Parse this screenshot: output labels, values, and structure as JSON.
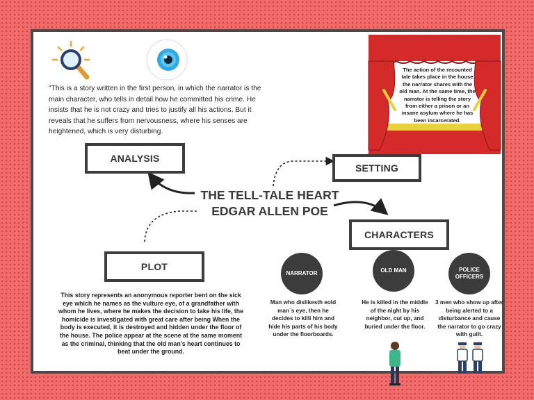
{
  "title": {
    "line1": "THE TELL-TALE HEART",
    "line2": "EDGAR ALLEN POE"
  },
  "intro_text": "\"This is a story written in the first person, in which the narrator is the main character, who tells in detail how he committed his crime. He insists that he is not crazy and tries to justify all his actions. But it reveals that he suffers from nervousness, where his senses are heightened, which is very disturbing.",
  "boxes": {
    "analysis": "ANALYSIS",
    "setting": "SETTING",
    "characters": "CHARACTERS",
    "plot": "PLOT"
  },
  "setting_text": "The action of the recounted tale takes place in the house the narrator shares with the old man. At the same time, the narrator is telling the story from either a prison or an insane asylum where he has been incarcerated.",
  "plot_text": "This story represents an anonymous reporter bent on the sick eye which he names as the vulture eye, of a grandfather with whom he lives, where he makes the decision to take his life, the homicide is investigated with great care after being When the body is executed, it is destroyed and hidden under the floor of the house. The police appear at the scene at the same moment as the criminal, thinking that the old man's heart continues to beat under the ground.",
  "characters": [
    {
      "label": "NARRATOR",
      "description": "Man who dislikesth eold man´s eye, then he decides to killi him and hide his parts of his body under the floorboards."
    },
    {
      "label": "OLD MAN",
      "description": "He is killed in the middle of the night by his neighbor, cut up, and buried under the floor."
    },
    {
      "label": "POLICE OFFICERS",
      "description": "3 men who show up after being alerted to a disturbance and cause the narrator to go crazy with guilt."
    }
  ],
  "colors": {
    "background": "#f26b6b",
    "frame": "#4a4a4a",
    "circle": "#3c3c3c",
    "curtain": "#d42a2a",
    "tassel": "#e8d23a"
  },
  "icons": [
    "magnifier-icon",
    "eye-icon",
    "curtain-icon",
    "old-man-figure",
    "police-figures"
  ]
}
